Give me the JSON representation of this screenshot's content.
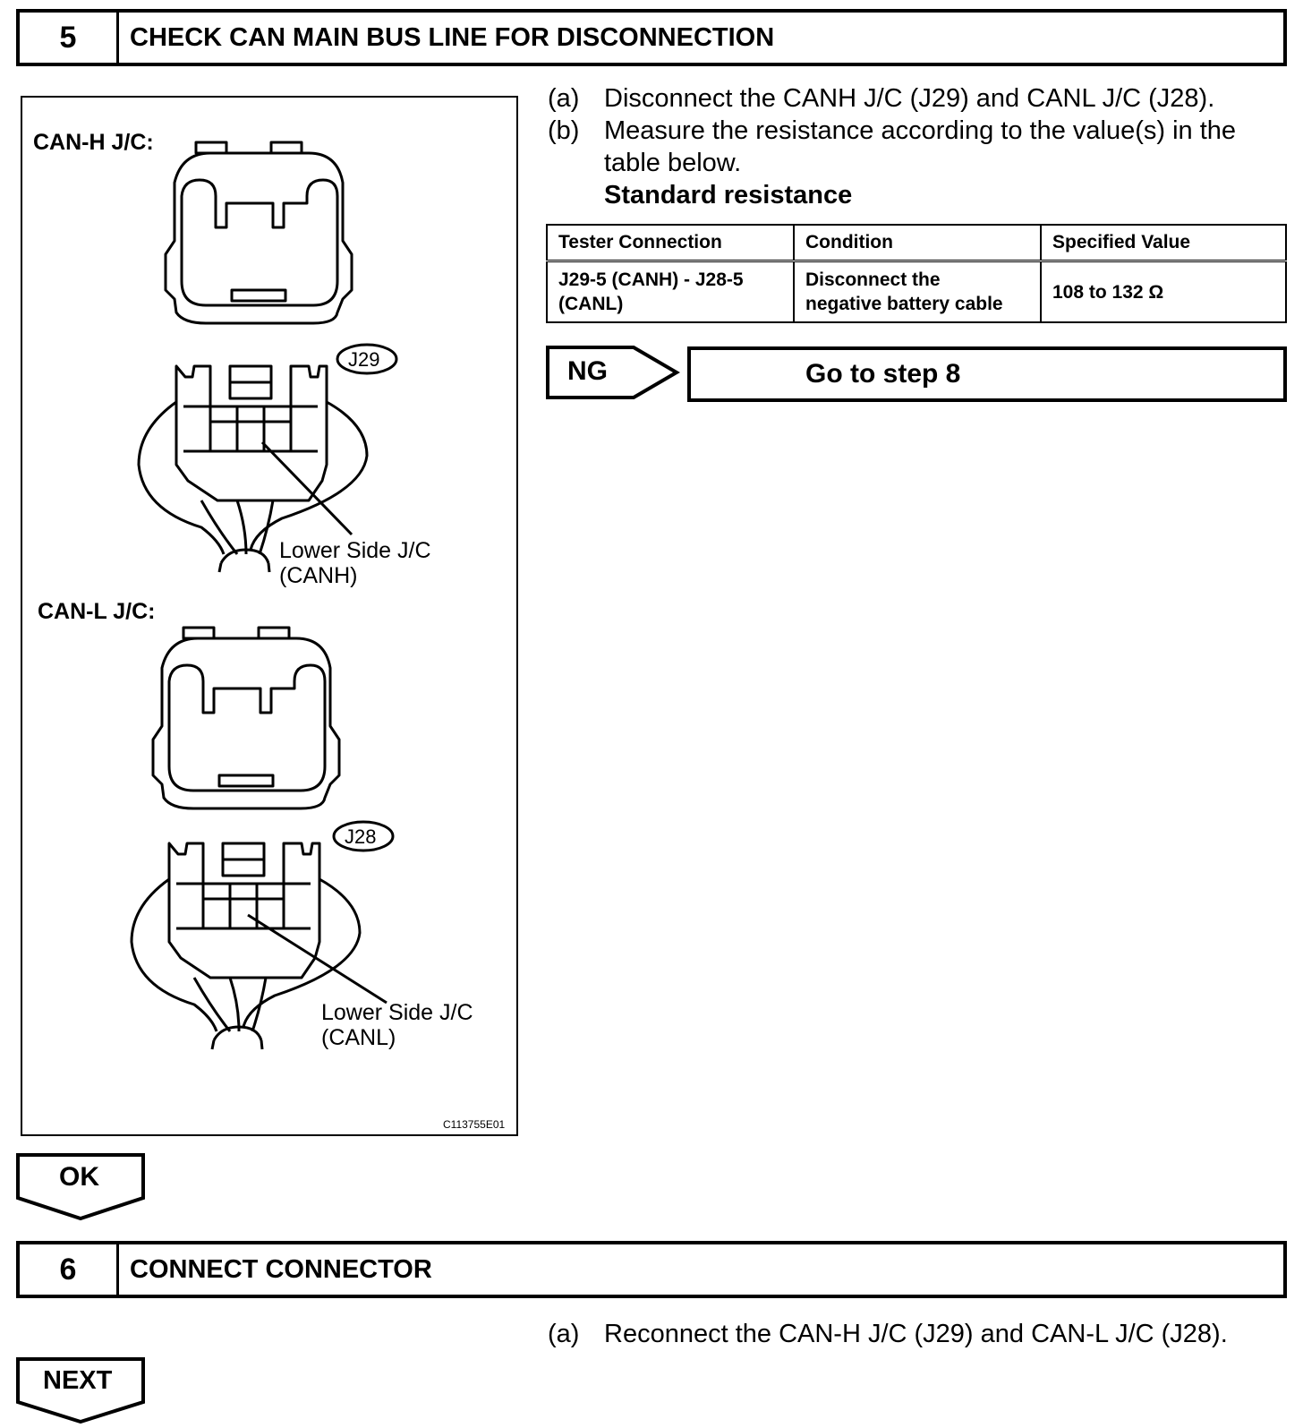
{
  "step5": {
    "number": "5",
    "title": "CHECK CAN MAIN BUS LINE FOR DISCONNECTION",
    "figure": {
      "canh_label": "CAN-H J/C:",
      "canl_label": "CAN-L J/C:",
      "j29_tag": "J29",
      "j28_tag": "J28",
      "callout_canh_line1": "Lower Side J/C",
      "callout_canh_line2": "(CANH)",
      "callout_canl_line1": "Lower Side J/C",
      "callout_canl_line2": "(CANL)",
      "figure_id": "C113755E01"
    },
    "instructions": [
      {
        "marker": "(a)",
        "text": "Disconnect the CANH J/C (J29) and CANL J/C (J28)."
      },
      {
        "marker": "(b)",
        "text_line1": "Measure the resistance according to the value(s) in the",
        "text_line2": "table below."
      }
    ],
    "subhead": "Standard resistance",
    "table": {
      "headers": [
        "Tester Connection",
        "Condition",
        "Specified Value"
      ],
      "row": {
        "tester_line1": "J29-5 (CANH) - J28-5",
        "tester_line2": "(CANL)",
        "condition_line1": "Disconnect the",
        "condition_line2": "negative battery cable",
        "value": "108 to 132 Ω"
      }
    },
    "ng_label": "NG",
    "ng_action": "Go to step 8",
    "ok_label": "OK"
  },
  "step6": {
    "number": "6",
    "title": "CONNECT CONNECTOR",
    "instruction": {
      "marker": "(a)",
      "text": "Reconnect the CAN-H J/C (J29) and CAN-L J/C (J28)."
    },
    "next_label": "NEXT"
  }
}
